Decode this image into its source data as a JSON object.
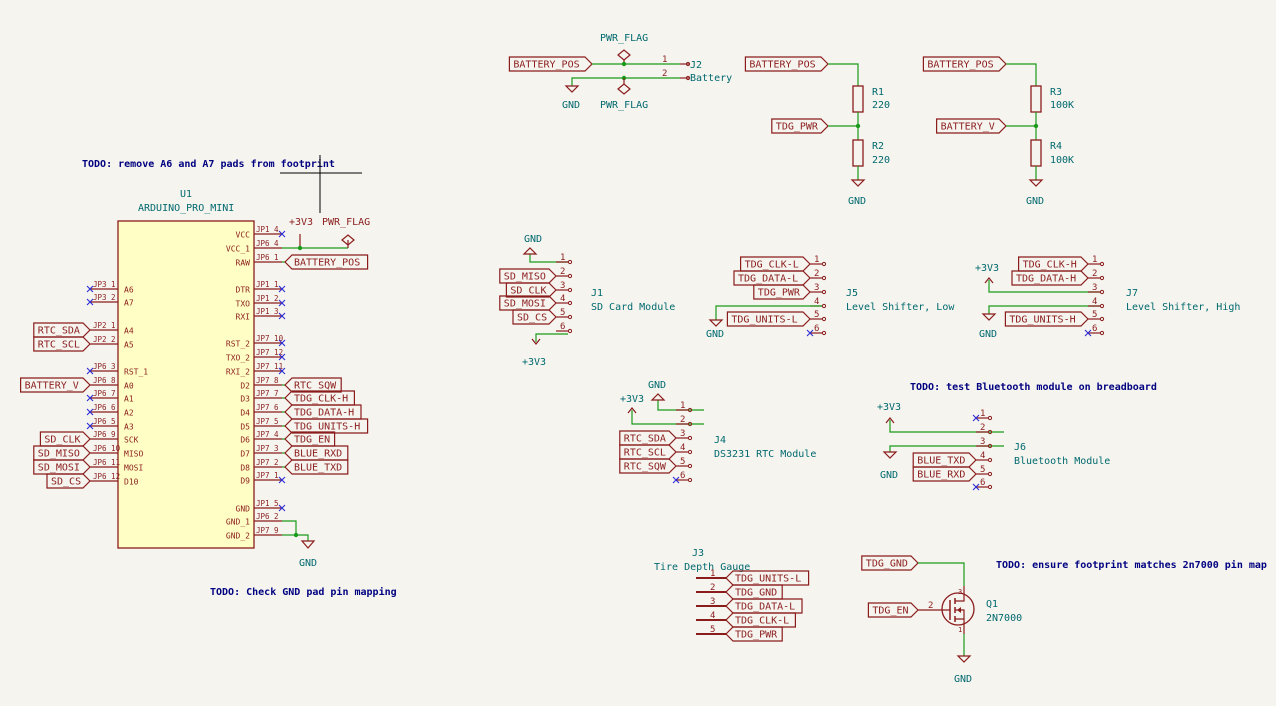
{
  "colors": {
    "background": "#f5f4ef",
    "wire": "#1a9a1a",
    "component": "#8b1c1c",
    "component_fill": "#ffffc5",
    "pin_text": "#8b1c1c",
    "ref_text": "#00696e",
    "note_text": "#000080",
    "nc_marker": "#2b2bd6",
    "junction": "#1a9a1a"
  },
  "notes": {
    "a6a7": "TODO: remove A6 and A7 pads from footprint",
    "gnd_pad": "TODO: Check GND pad pin mapping",
    "bluetooth": "TODO: test Bluetooth module on breadboard",
    "footprint_2n7000": "TODO: ensure footprint matches 2n7000 pin map"
  },
  "u1": {
    "ref": "U1",
    "value": "ARDUINO_PRO_MINI",
    "right_pins": [
      {
        "name": "VCC",
        "pad": "JP1_4"
      },
      {
        "name": "VCC_1",
        "pad": "JP6_4"
      },
      {
        "name": "RAW",
        "pad": "JP6_1"
      },
      {
        "name": "DTR",
        "pad": "JP1_1"
      },
      {
        "name": "TXO",
        "pad": "JP1_2"
      },
      {
        "name": "RXI",
        "pad": "JP1_3"
      },
      {
        "name": "RST_2",
        "pad": "JP7_10"
      },
      {
        "name": "TXO_2",
        "pad": "JP7_12"
      },
      {
        "name": "RXI_2",
        "pad": "JP7_11"
      },
      {
        "name": "D2",
        "pad": "JP7_8"
      },
      {
        "name": "D3",
        "pad": "JP7_7"
      },
      {
        "name": "D4",
        "pad": "JP7_6"
      },
      {
        "name": "D5",
        "pad": "JP7_5"
      },
      {
        "name": "D6",
        "pad": "JP7_4"
      },
      {
        "name": "D7",
        "pad": "JP7_3"
      },
      {
        "name": "D8",
        "pad": "JP7_2"
      },
      {
        "name": "D9",
        "pad": "JP7_1"
      },
      {
        "name": "GND",
        "pad": "JP1_5"
      },
      {
        "name": "GND_1",
        "pad": "JP6_2"
      },
      {
        "name": "GND_2",
        "pad": "JP7_9"
      }
    ],
    "left_pins": [
      {
        "name": "A6",
        "pad": "JP3_1"
      },
      {
        "name": "A7",
        "pad": "JP3_2"
      },
      {
        "name": "A4",
        "pad": "JP2_1"
      },
      {
        "name": "A5",
        "pad": "JP2_2"
      },
      {
        "name": "RST_1",
        "pad": "JP6_3"
      },
      {
        "name": "A0",
        "pad": "JP6_8"
      },
      {
        "name": "A1",
        "pad": "JP6_7"
      },
      {
        "name": "A2",
        "pad": "JP6_6"
      },
      {
        "name": "A3",
        "pad": "JP6_5"
      },
      {
        "name": "SCK",
        "pad": "JP6_9"
      },
      {
        "name": "MISO",
        "pad": "JP6_10"
      },
      {
        "name": "MOSI",
        "pad": "JP6_11"
      },
      {
        "name": "D10",
        "pad": "JP6_12"
      }
    ],
    "right_labels": {
      "RAW": "BATTERY_POS",
      "D2": "RTC_SQW",
      "D3": "TDG_CLK-H",
      "D4": "TDG_DATA-H",
      "D5": "TDG_UNITS-H",
      "D6": "TDG_EN",
      "D7": "BLUE_RXD",
      "D8": "BLUE_TXD"
    },
    "left_labels": {
      "A4": "RTC_SDA",
      "A5": "RTC_SCL",
      "A0": "BATTERY_V",
      "SCK": "SD_CLK",
      "MISO": "SD_MISO",
      "MOSI": "SD_MOSI",
      "D10": "SD_CS"
    },
    "vcc_power": "+3V3",
    "vcc_flag": "PWR_FLAG",
    "gnd_power": "GND"
  },
  "j2": {
    "ref": "J2",
    "value": "Battery",
    "pins": [
      "1",
      "2"
    ],
    "label": "BATTERY_POS",
    "flag_top": "PWR_FLAG",
    "flag_bottom": "PWR_FLAG",
    "gnd": "GND"
  },
  "r_divider_1": {
    "top_label": "BATTERY_POS",
    "mid_label": "TDG_PWR",
    "r_top": {
      "ref": "R1",
      "value": "220"
    },
    "r_bot": {
      "ref": "R2",
      "value": "220"
    },
    "gnd": "GND"
  },
  "r_divider_2": {
    "top_label": "BATTERY_POS",
    "mid_label": "BATTERY_V",
    "r_top": {
      "ref": "R3",
      "value": "100K"
    },
    "r_bot": {
      "ref": "R4",
      "value": "100K"
    },
    "gnd": "GND"
  },
  "j1": {
    "ref": "J1",
    "value": "SD Card Module",
    "pins": [
      "1",
      "2",
      "3",
      "4",
      "5",
      "6"
    ],
    "labels": [
      "SD_MISO",
      "SD_CLK",
      "SD_MOSI",
      "SD_CS"
    ],
    "gnd": "GND",
    "power": "+3V3"
  },
  "j5": {
    "ref": "J5",
    "value": "Level Shifter, Low",
    "pins": [
      "1",
      "2",
      "3",
      "4",
      "5",
      "6"
    ],
    "labels": [
      "TDG_CLK-L",
      "TDG_DATA-L",
      "TDG_PWR",
      "TDG_UNITS-L"
    ],
    "gnd": "GND"
  },
  "j7": {
    "ref": "J7",
    "value": "Level Shifter, High",
    "pins": [
      "1",
      "2",
      "3",
      "4",
      "5",
      "6"
    ],
    "labels": [
      "TDG_CLK-H",
      "TDG_DATA-H",
      "TDG_UNITS-H"
    ],
    "power": "+3V3",
    "gnd": "GND"
  },
  "j4": {
    "ref": "J4",
    "value": "DS3231 RTC Module",
    "pins": [
      "1",
      "2",
      "3",
      "4",
      "5",
      "6"
    ],
    "labels": [
      "RTC_SDA",
      "RTC_SCL",
      "RTC_SQW"
    ],
    "gnd": "GND",
    "power": "+3V3"
  },
  "j6": {
    "ref": "J6",
    "value": "Bluetooth Module",
    "pins": [
      "1",
      "2",
      "3",
      "4",
      "5",
      "6"
    ],
    "labels": [
      "BLUE_TXD",
      "BLUE_RXD"
    ],
    "power": "+3V3",
    "gnd": "GND"
  },
  "j3": {
    "ref": "J3",
    "value": "Tire Depth Gauge",
    "pins": [
      "1",
      "2",
      "3",
      "4",
      "5"
    ],
    "labels": [
      "TDG_UNITS-L",
      "TDG_GND",
      "TDG_DATA-L",
      "TDG_CLK-L",
      "TDG_PWR"
    ]
  },
  "q1": {
    "ref": "Q1",
    "value": "2N7000",
    "drain_label": "TDG_GND",
    "gate_label": "TDG_EN",
    "gate_pin": "2",
    "pin1": "1",
    "pin3": "3",
    "gnd": "GND"
  }
}
